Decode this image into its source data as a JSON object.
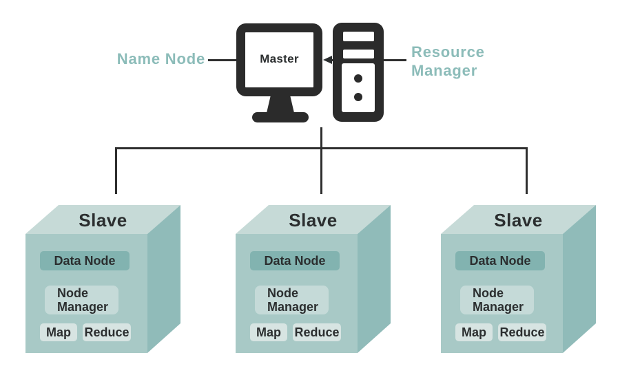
{
  "diagram": {
    "type": "architecture-diagram",
    "master": {
      "name_node_label": "Name Node",
      "resource_manager_label": "Resource\nManager",
      "master_label": "Master"
    },
    "slaves": [
      {
        "title": "Slave",
        "data_node": "Data Node",
        "node_manager": {
          "line1": "Node",
          "line2": "Manager"
        },
        "map": "Map",
        "reduce": "Reduce"
      },
      {
        "title": "Slave",
        "data_node": "Data Node",
        "node_manager": {
          "line1": "Node",
          "line2": "Manager"
        },
        "map": "Map",
        "reduce": "Reduce"
      },
      {
        "title": "Slave",
        "data_node": "Data Node",
        "node_manager": {
          "line1": "Node",
          "line2": "Manager"
        },
        "map": "Map",
        "reduce": "Reduce"
      }
    ],
    "colors": {
      "teal_label_text": "#8cbcb9",
      "dark_icon": "#2b2b2b",
      "line": "#2e2e2e",
      "cube_front": "#a8c9c6",
      "cube_top": "#c6dad7",
      "cube_side": "#90bbb9",
      "badge_data_node": "#82b3b0",
      "badge_node_manager": "#c5dad8",
      "badge_map_reduce": "#d7e4e2",
      "background": "#ffffff"
    }
  }
}
